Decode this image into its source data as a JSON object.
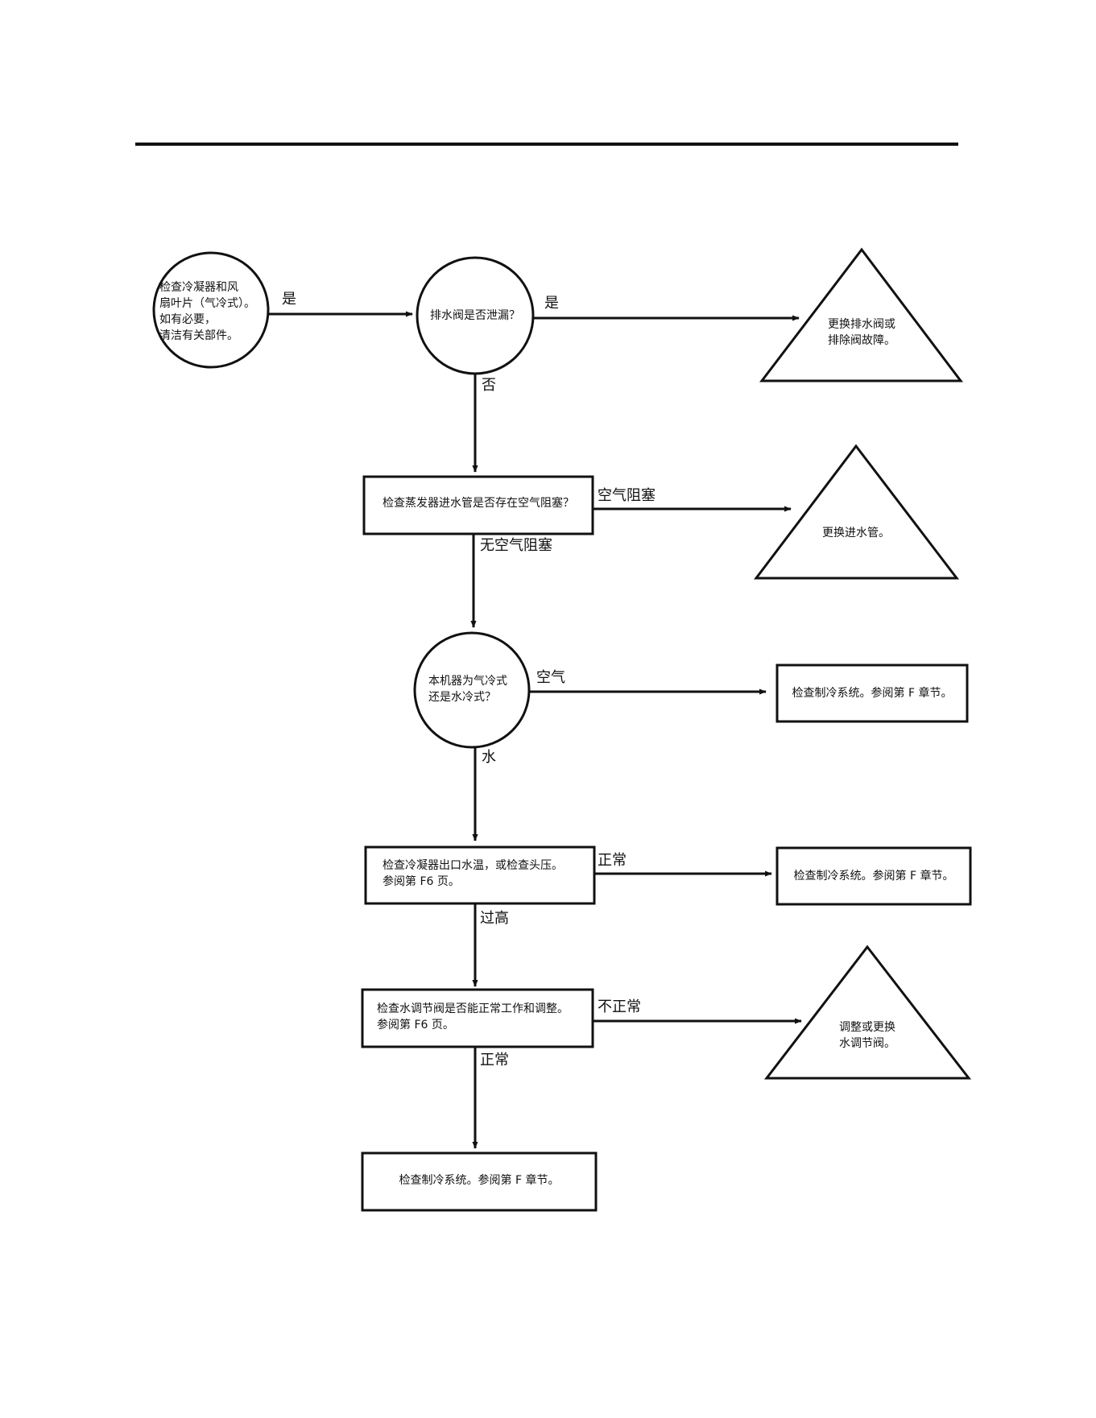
{
  "nodes": {
    "start": {
      "shape": "circle",
      "text": "检查冷凝器和风\n扇叶片（气冷式）。\n如有必要，\n清洁有关部件。"
    },
    "drain_leak": {
      "shape": "circle",
      "text": "排水阀是否泄漏？"
    },
    "replace_drain": {
      "shape": "triangle",
      "text": "更换排水阀或\n排除阀故障。"
    },
    "evap_air_block": {
      "shape": "rectangle",
      "text": "检查蒸发器进水管是否存在空气阻塞？"
    },
    "replace_inlet": {
      "shape": "triangle",
      "text": "更换进水管。"
    },
    "air_or_water": {
      "shape": "circle",
      "text": "本机器为气冷式\n还是水冷式？"
    },
    "check_refrig_1": {
      "shape": "rectangle",
      "text": "检查制冷系统。参阅第 F 章节。"
    },
    "cond_water_temp": {
      "shape": "rectangle",
      "text": "检查冷凝器出口水温，或检查头压。\n参阅第  F6  页。"
    },
    "check_refrig_2": {
      "shape": "rectangle",
      "text": "检查制冷系统。参阅第 F 章节。"
    },
    "water_valve": {
      "shape": "rectangle",
      "text": "检查水调节阀是否能正常工作和调整。\n参阅第  F6  页。"
    },
    "adjust_valve": {
      "shape": "triangle",
      "text": "调整或更换\n水调节阀。"
    },
    "check_refrig_3": {
      "shape": "rectangle",
      "text": "检查制冷系统。参阅第 F 章节。"
    }
  },
  "edges": {
    "start_to_drain": {
      "from": "start",
      "to": "drain_leak",
      "label": "是"
    },
    "drain_yes": {
      "from": "drain_leak",
      "to": "replace_drain",
      "label": "是"
    },
    "drain_no": {
      "from": "drain_leak",
      "to": "evap_air_block",
      "label": "否"
    },
    "air_blocked": {
      "from": "evap_air_block",
      "to": "replace_inlet",
      "label": "空气阻塞"
    },
    "no_air_block": {
      "from": "evap_air_block",
      "to": "air_or_water",
      "label": "无空气阻塞"
    },
    "is_air": {
      "from": "air_or_water",
      "to": "check_refrig_1",
      "label": "空气"
    },
    "is_water": {
      "from": "air_or_water",
      "to": "cond_water_temp",
      "label": "水"
    },
    "temp_normal": {
      "from": "cond_water_temp",
      "to": "check_refrig_2",
      "label": "正常"
    },
    "temp_high": {
      "from": "cond_water_temp",
      "to": "water_valve",
      "label": "过高"
    },
    "valve_abnormal": {
      "from": "water_valve",
      "to": "adjust_valve",
      "label": "不正常"
    },
    "valve_normal": {
      "from": "water_valve",
      "to": "check_refrig_3",
      "label": "正常"
    }
  },
  "colors": {
    "line": "#111111",
    "background": "#ffffff"
  }
}
